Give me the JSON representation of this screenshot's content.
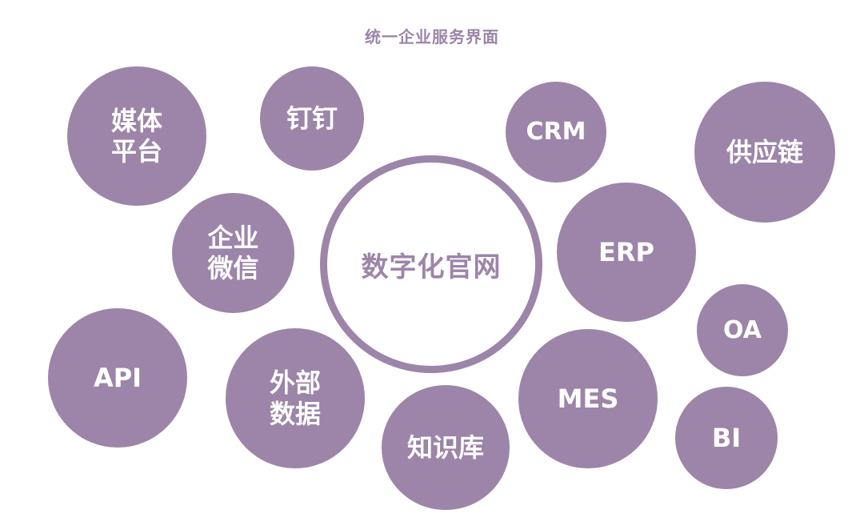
{
  "colors": {
    "bubble_fill": "#9c85a8",
    "hub_stroke": "#9c85a8",
    "hub_text": "#9c85a8",
    "title_text": "#9c85a8",
    "bubble_text": "#ffffff"
  },
  "title": "统一企业服务界面",
  "hub": {
    "label": "数字化官网"
  },
  "bubbles": [
    {
      "id": "media-platform",
      "label": "媒体\n平台"
    },
    {
      "id": "dingtalk",
      "label": "钉钉"
    },
    {
      "id": "crm",
      "label": "CRM"
    },
    {
      "id": "supply-chain",
      "label": "供应链"
    },
    {
      "id": "wecom",
      "label": "企业\n微信"
    },
    {
      "id": "erp",
      "label": "ERP"
    },
    {
      "id": "oa",
      "label": "OA"
    },
    {
      "id": "api",
      "label": "API"
    },
    {
      "id": "external-data",
      "label": "外部\n数据"
    },
    {
      "id": "mes",
      "label": "MES"
    },
    {
      "id": "bi",
      "label": "BI"
    },
    {
      "id": "knowledge-base",
      "label": "知识库"
    }
  ]
}
